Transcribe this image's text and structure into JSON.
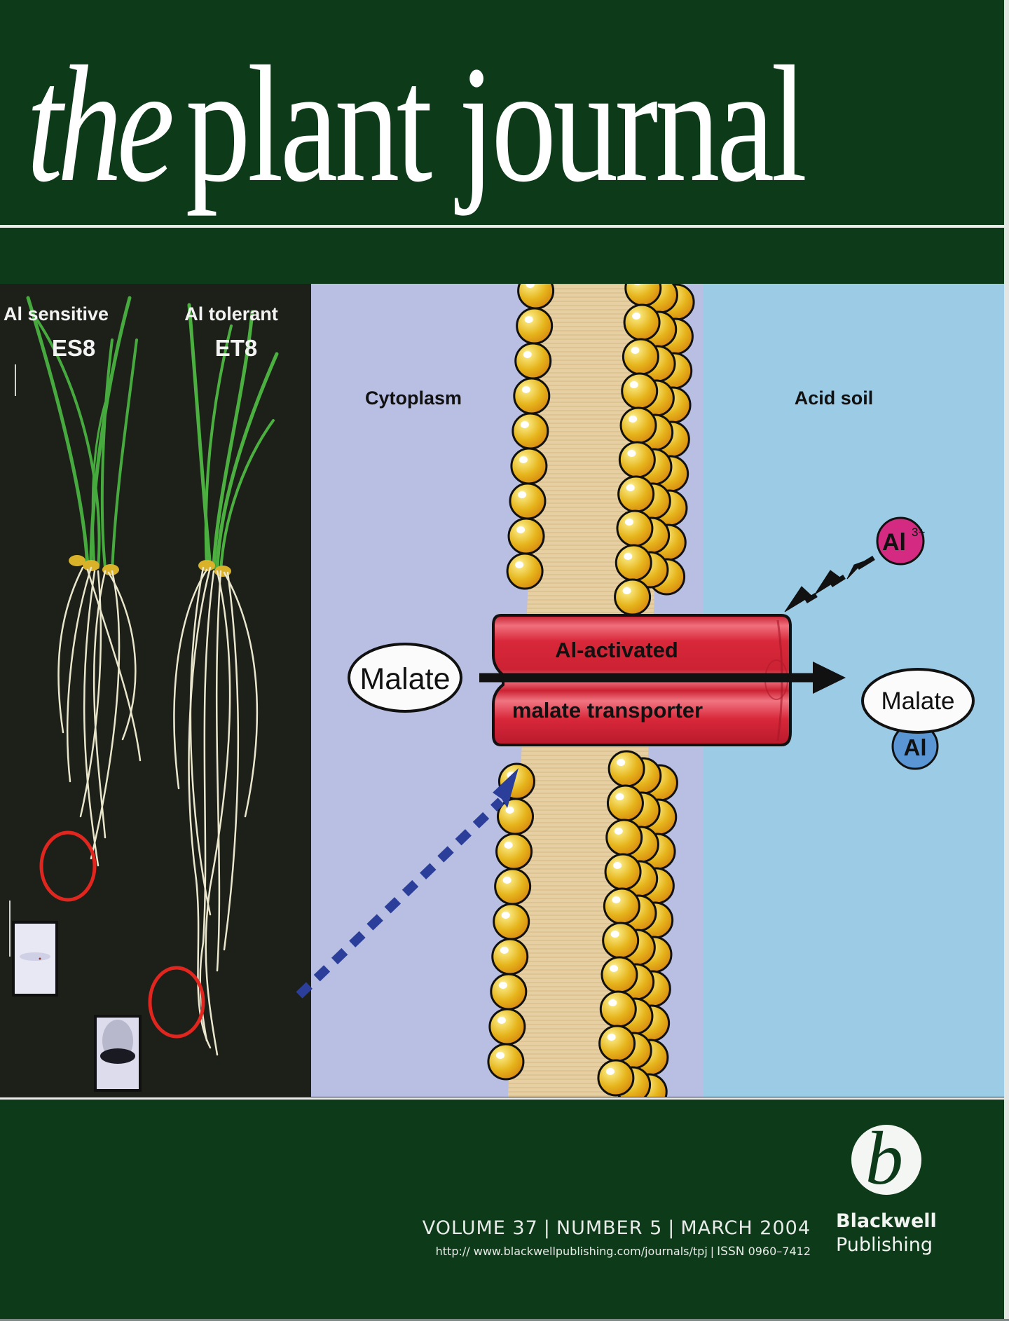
{
  "journal": {
    "title_prefix": "the",
    "title_main": "plant journal"
  },
  "figure": {
    "photo_panel": {
      "left_plant": {
        "line1": "Al sensitive",
        "line2": "ES8"
      },
      "right_plant": {
        "line1": "Al tolerant",
        "line2": "ET8"
      }
    },
    "diagram": {
      "left_region_label": "Cytoplasm",
      "right_region_label": "Acid soil",
      "transporter_line1": "Al-activated",
      "transporter_line2": "malate transporter",
      "malate_inside": "Malate",
      "malate_outside": "Malate",
      "aluminium_ion": "Al",
      "aluminium_ion_charge": "3+",
      "aluminium_bound": "Al"
    },
    "colors": {
      "cover_green": "#0d3a19",
      "cytoplasm": "#b9bfe2",
      "acid_soil": "#9ccbe6",
      "membrane_core": "#e4cc9c",
      "lipid_head": "#e8b820",
      "transporter": "#d8283a",
      "al_ion": "#d42a82",
      "al_bound": "#5a95d4",
      "dashed_arrow": "#2b3f9a",
      "highlight_circle": "#e0261e"
    }
  },
  "footer": {
    "volume": "VOLUME 37",
    "number": "NUMBER 5",
    "date": "MARCH 2004",
    "url": "http:// www.blackwellpublishing.com/journals/tpj",
    "issn_label": "ISSN",
    "issn": "0960–7412",
    "separator": "|"
  },
  "publisher": {
    "logo_letter": "b",
    "name_line1": "Blackwell",
    "name_line2": "Publishing"
  }
}
